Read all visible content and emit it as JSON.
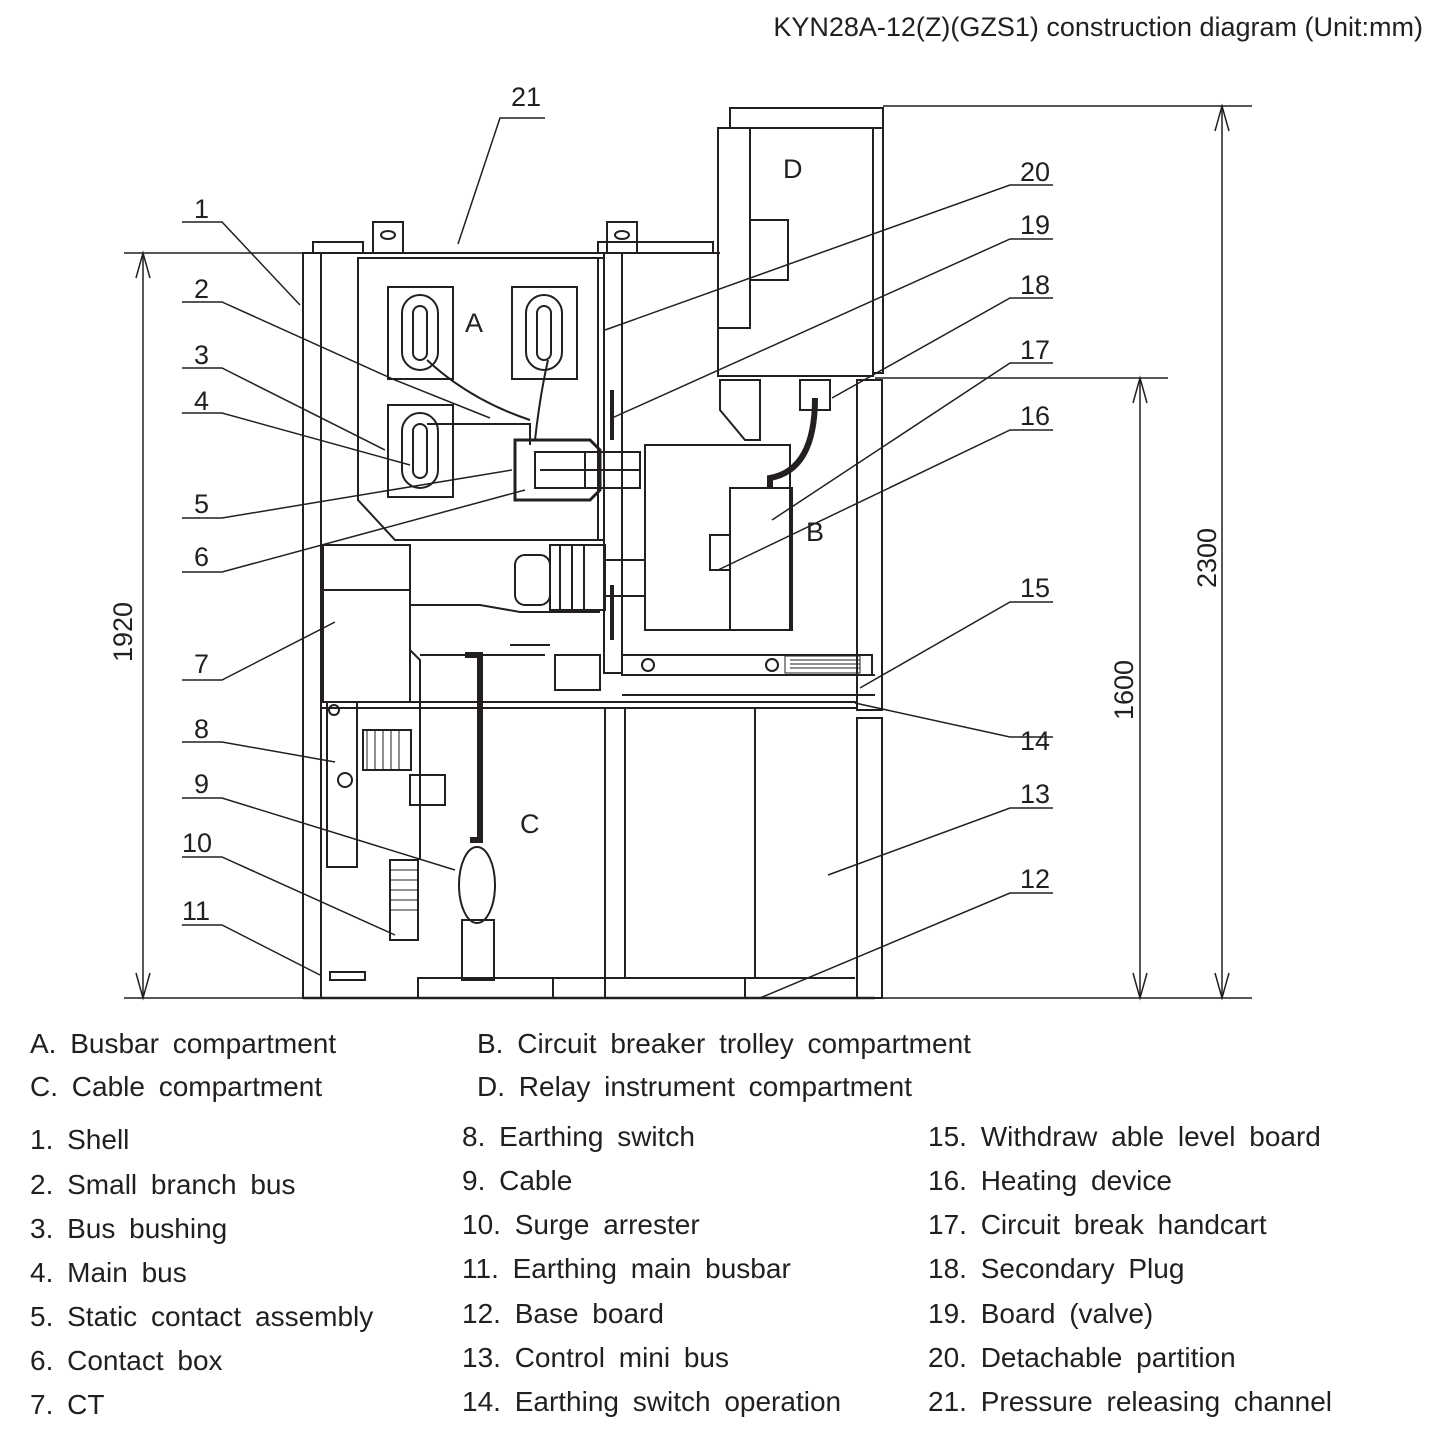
{
  "title": "KYN28A-12(Z)(GZS1) construction diagram (Unit:mm)",
  "dimensions": {
    "overall_height": "2300",
    "shell_height": "1920",
    "trolley_height": "1600"
  },
  "compartment_labels": [
    "A",
    "B",
    "C",
    "D"
  ],
  "callouts": [
    "1",
    "2",
    "3",
    "4",
    "5",
    "6",
    "7",
    "8",
    "9",
    "10",
    "11",
    "12",
    "13",
    "14",
    "15",
    "16",
    "17",
    "18",
    "19",
    "20",
    "21"
  ],
  "compartments": [
    "A. Busbar compartment",
    "B. Circuit breaker trolley compartment",
    "C. Cable compartment",
    "D. Relay instrument compartment"
  ],
  "parts": [
    "1. Shell",
    "2. Small branch bus",
    "3. Bus bushing",
    "4. Main bus",
    "5. Static contact assembly",
    "6. Contact box",
    "7. CT",
    "8. Earthing switch",
    "9. Cable",
    "10. Surge arrester",
    "11. Earthing main busbar",
    "12. Base board",
    "13. Control mini bus",
    "14. Earthing switch operation",
    "15. Withdraw able level board",
    "16. Heating device",
    "17. Circuit break handcart",
    "18. Secondary Plug",
    "19. Board (valve)",
    "20. Detachable partition",
    "21. Pressure releasing channel"
  ]
}
